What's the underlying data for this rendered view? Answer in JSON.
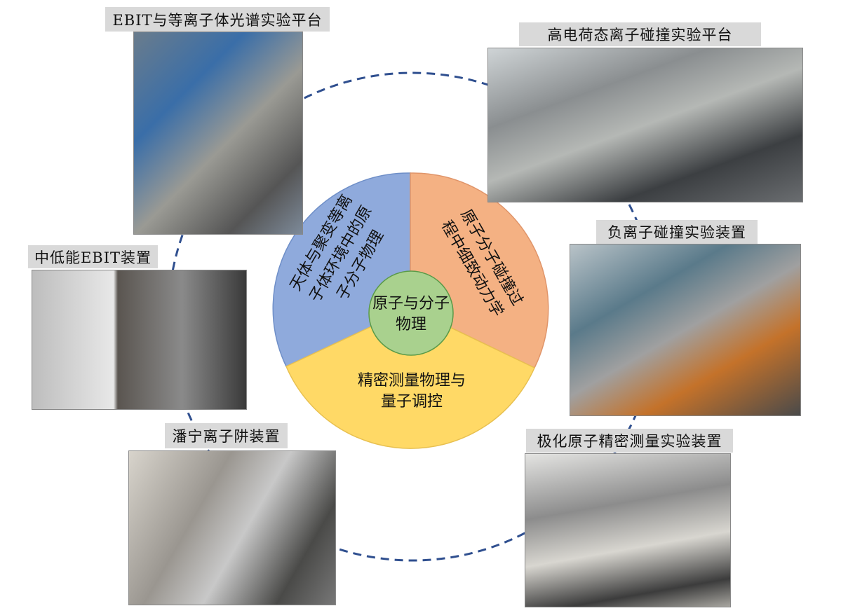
{
  "center": {
    "core_label_line1": "原子与分子",
    "core_label_line2": "物理",
    "sectors": [
      {
        "lines": [
          "天体与聚变等离",
          "子体环境中的原",
          "子分子物理"
        ],
        "color": "#8faadc"
      },
      {
        "lines": [
          "原子分子碰撞过",
          "程中细致动力学"
        ],
        "color": "#f4b183"
      },
      {
        "lines": [
          "精密测量物理与",
          "量子调控"
        ],
        "color": "#ffd966"
      }
    ],
    "core_color": "#a9d18e",
    "connector_color": "#2f4f8f"
  },
  "platforms": [
    {
      "label": "EBIT与等离子体光谱实验平台"
    },
    {
      "label": "高电荷态离子碰撞实验平台"
    },
    {
      "label": "负离子碰撞实验装置"
    },
    {
      "label": "中低能EBIT装置"
    },
    {
      "label": "潘宁离子阱装置"
    },
    {
      "label": "极化原子精密测量实验装置"
    }
  ]
}
